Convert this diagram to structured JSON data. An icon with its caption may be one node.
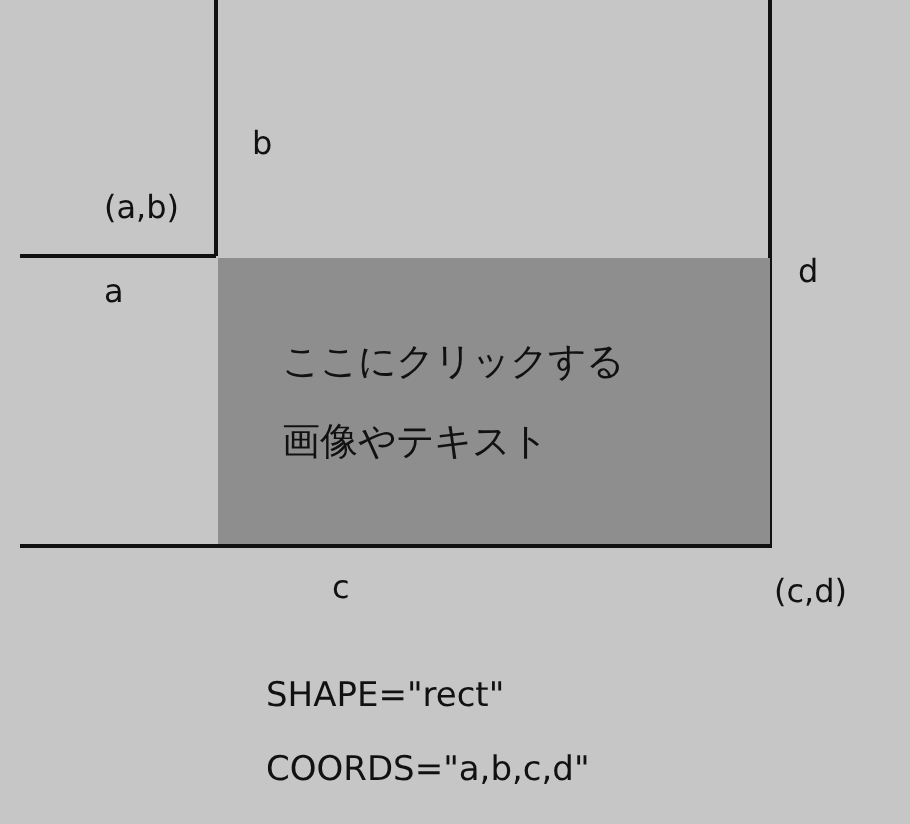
{
  "diagram": {
    "nodes": [
      {
        "text": [
          "ここにクリックする画像やテキスト"
        ]
      }
    ],
    "labels": [
      "b",
      "(a,b)",
      "a",
      "d",
      "c",
      "(c,d)",
      "SHAPE=\"rect\"",
      "COORDS=\"a,b,c,d\""
    ]
  }
}
